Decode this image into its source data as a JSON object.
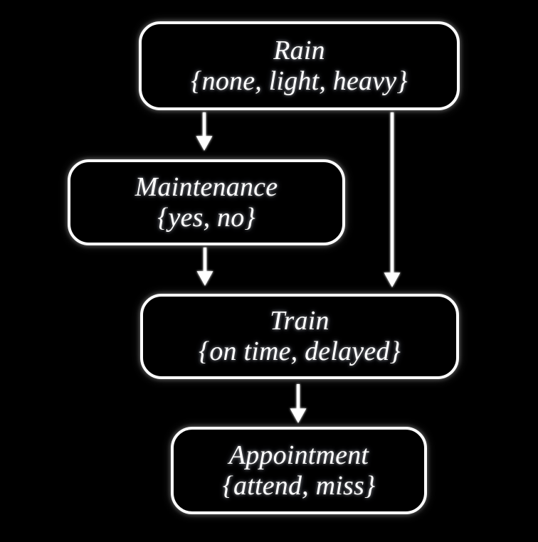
{
  "diagram": {
    "type": "bayesian-network-dag",
    "background_color": "#000000",
    "stroke_color": "#ffffff",
    "nodes": [
      {
        "id": "rain",
        "title": "Rain",
        "states": "{none, light, heavy}",
        "state_list": [
          "none",
          "light",
          "heavy"
        ]
      },
      {
        "id": "maintenance",
        "title": "Maintenance",
        "states": "{yes, no}",
        "state_list": [
          "yes",
          "no"
        ]
      },
      {
        "id": "train",
        "title": "Train",
        "states": "{on time, delayed}",
        "state_list": [
          "on time",
          "delayed"
        ]
      },
      {
        "id": "appointment",
        "title": "Appointment",
        "states": "{attend, miss}",
        "state_list": [
          "attend",
          "miss"
        ]
      }
    ],
    "edges": [
      {
        "id": "rain-to-maintenance",
        "from": "rain",
        "to": "maintenance"
      },
      {
        "id": "rain-to-train",
        "from": "rain",
        "to": "train"
      },
      {
        "id": "maintenance-to-train",
        "from": "maintenance",
        "to": "train"
      },
      {
        "id": "train-to-appointment",
        "from": "train",
        "to": "appointment"
      }
    ]
  }
}
